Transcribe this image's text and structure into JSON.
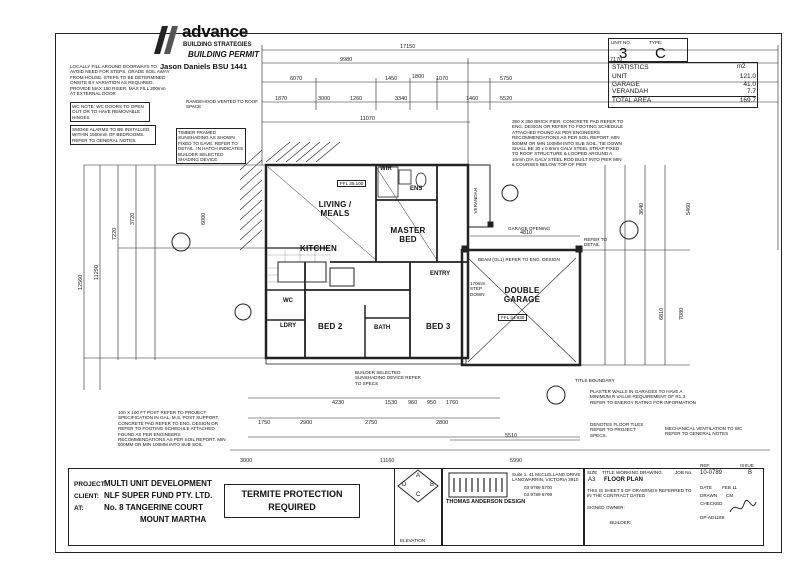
{
  "logo": {
    "brand": "advance",
    "sub": "BUILDING STRATEGIES",
    "permit": "BUILDING PERMIT",
    "cert": "Jason Daniels BSU 1441"
  },
  "unit_box": {
    "unit_label": "UNIT NO.",
    "type_label": "TYPE:",
    "unit": "3",
    "type": "C"
  },
  "statistics": {
    "title": "STATISTICS",
    "unit_col": "m2",
    "rows": [
      {
        "label": "UNIT",
        "value": "121.0"
      },
      {
        "label": "GARAGE",
        "value": "41.0"
      },
      {
        "label": "VERANDAH",
        "value": "7.7"
      },
      {
        "label": "TOTAL AREA",
        "value": "169.7"
      }
    ]
  },
  "notes": {
    "fill": "LOCALLY FILL AROUND DOORWAYS TO AVOID NEED FOR STEPS. GRADE SOIL AWAY FROM HOUSE. STEPS TO BE DETERMINED ONSITE BY VARIATION AS REQUIRED. PROVIDE MAX 150 RISER. MAX FILL 200mm AT EXTERNAL DOOR",
    "wc": "WC NOTE: WC DOORS TO OPEN OUT OR TO HAVE REMOVABLE HINGES",
    "smoke": "SMOKE ALARMS TO BE INSTALLED WITHIN 1500mm OF BEDROOMS. REFER TO GENERAL NOTES.",
    "rangehood": "RANGEHOOD VENTED TO ROOF SPACE",
    "timber": "TIMBER FRAMED SUNSHADING AS SHOWN FIXED TO EAVE. REFER TO DETAIL. IN HATCH INDICATES BUILDER SELECTED SHADING DEVICE",
    "pier": "350 X 350 BRICK PIER. CONCRETE PAD REFER TO ENG. DESIGN OR REFER TO FOOTING SCHEDULE ATTACHED FOUND AS PER ENGINEERS RECOMMENDATIONS AS PER SOIL REPORT. MIN 500MM OR MIN 100MM INTO SUB SOIL. TIE DOWN SHALL BE 30 x 0.8mm GALV STEEL STRAP FIXED TO ROOF STRUCTURE & LOOPED AROUND A 10mm DIA GALV STEEL ROD BUILT INTO PIER MIN 6 COURSES BELOW TOP OF PIER",
    "post": "100 X 100 F7 POST REFER TO PROJECT SPECIFICATION IN GAL. M.S. POST SUPPORT. CONCRETE PAD REFER TO ENG. DESIGN OR REFER TO FOOTING SCHEDULE ATTACHED FOUND AS PER ENGINEERS RECOMMENDATIONS AS PER SOIL REPORT. MIN 500MM OR MIN 100MM INTO SUB SOIL.",
    "plaster": "PLASTER WALLS IN GARAGES TO HAVE A MINIMUM R VALUE REQUIREMENT OF R1.3. REFER TO ENERGY RATING FOR INFORMATION",
    "beam": "BEAM (GL1) REFER TO ENG. DESIGN",
    "garage_opening": "GARAGE OPENING",
    "builder_selected": "BUILDER SELECTED SUNSHADING DEVICE REFER TO SPECS",
    "title_boundary": "TITLE BOUNDARY",
    "floor_tiles": "DENOTES FLOOR TILES REFER TO PROJECT SPECS.",
    "mech_vent": "MECHANICAL VENTILATION TO WC REFER TO GENERAL NOTES",
    "refer_detail": "REFER TO DETAIL",
    "step": "170mm STEP DOWN"
  },
  "rooms": {
    "living": "LIVING / MEALS",
    "master": "MASTER BED",
    "kitchen": "KITCHEN",
    "garage": "DOUBLE GARAGE",
    "bed2": "BED 2",
    "bed3": "BED 3",
    "wir": "WIR",
    "ens": "ENS",
    "entry": "ENTRY",
    "bath": "BATH",
    "ldry": "LDRY",
    "wc": "WC",
    "ffl_main": "FFL 35.100",
    "ffl_garage": "FFL 34.930",
    "verandah": "VERANDAH"
  },
  "dims": {
    "top_total": "17150",
    "top_a": "9980",
    "top_b": "7170",
    "top_c": "6070",
    "top_d": "1450",
    "top_e": "1800",
    "top_f": "1070",
    "top_g": "5750",
    "row3": [
      "1870",
      "3000",
      "1260",
      "3340",
      "1460",
      "5520"
    ],
    "row4": "11070",
    "left_total": "12560",
    "left_a": "11290",
    "left_b": "7220",
    "left_c": "6000",
    "left_d": "3720",
    "right_a": "6810",
    "right_b": "7080",
    "right_c": "5460",
    "right_d": "3640",
    "garage_w": "4810",
    "bottom_total": "11160",
    "bottom_a": "3000",
    "bottom_b": "5990",
    "bottom_c": "5510",
    "bottom_row1": [
      "4230",
      "1530",
      "960",
      "950",
      "1760"
    ],
    "bottom_row2": [
      "1750",
      "2900",
      "2750",
      "2800"
    ]
  },
  "title_block": {
    "project_label": "PROJECT:",
    "project": "MULTI UNIT DEVELOPMENT",
    "client_label": "CLIENT:",
    "client": "NLF SUPER FUND PTY. LTD.",
    "at_label": "AT:",
    "address1": "No. 8 TANGERINE COURT",
    "address2": "MOUNT MARTHA",
    "termite1": "TERMITE PROTECTION",
    "termite2": "REQUIRED",
    "elevation": "ELEVATION",
    "elev_letters": [
      "A",
      "B",
      "C",
      "D"
    ],
    "firm": "THOMAS ANDERSON DESIGN",
    "firm_address": "Suite 1, 41 McCLELLAND DRIVE LANGWARRIN, VICTORIA 3910",
    "phone": "03 9789 5700",
    "fax": "03 9789 6799",
    "size_label": "SIZE",
    "size": "A3",
    "title_label": "TITLE",
    "drawing_type": "WORKING DRAWING",
    "title": "FLOOR PLAN",
    "job_label": "JOB No.",
    "ref_label": "REF:",
    "ref": "10-0789",
    "issue_label": "ISSUE",
    "issue": "B",
    "sheet_text": "THIS IS SHEET 5 OF DRAWINGS REFERRED TO IN THE CONTRACT DATED",
    "signed": "SIGNED OWNER:",
    "builder": "BUILDER:",
    "date_label": "DATE",
    "date": "FEB 11",
    "drawn_label": "DRAWN",
    "drawn": "CM",
    "checked_label": "CHECKED",
    "code": "DP-AD1189"
  }
}
